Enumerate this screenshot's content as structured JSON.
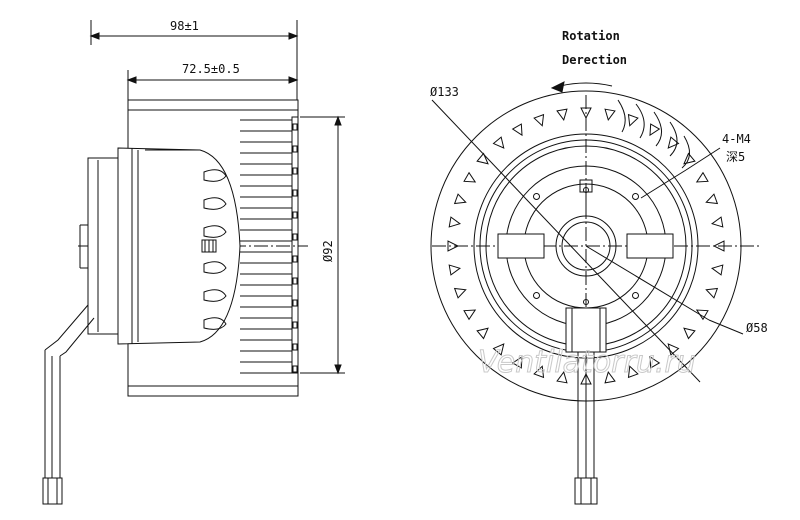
{
  "side_view": {
    "dim_overall_width": "98±1",
    "dim_impeller_width": "72.5±0.5",
    "dim_height": "Ø92"
  },
  "front_view": {
    "rotation_line1": "Rotation",
    "rotation_line2": "Derection",
    "dim_outer_diameter": "Ø133",
    "dim_mount_holes": "4-M4",
    "dim_hole_depth": "深5",
    "dim_hub_diameter": "Ø58"
  },
  "watermark": "Ventilatorru.ru"
}
